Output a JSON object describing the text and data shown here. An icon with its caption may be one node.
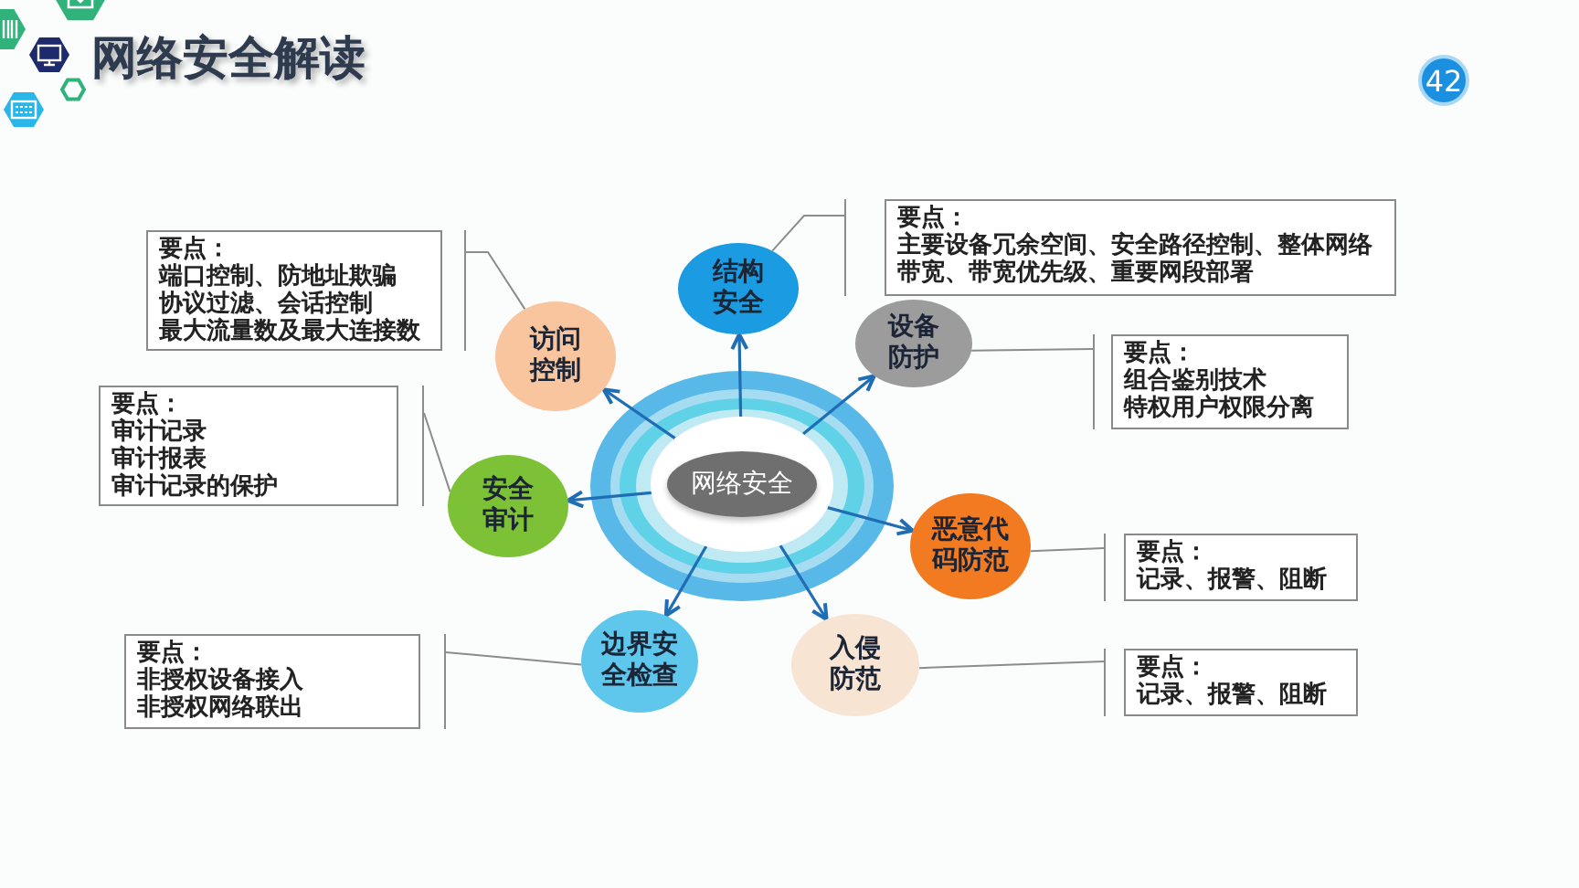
{
  "diagram": {
    "title": "网络安全解读",
    "nodes": [
      {
        "text": [
          "网络安全"
        ]
      },
      {
        "text": [
          "结构安全"
        ]
      },
      {
        "text": [
          "设备防护"
        ]
      },
      {
        "text": [
          "恶意代码防范"
        ]
      },
      {
        "text": [
          "入侵防范"
        ]
      },
      {
        "text": [
          "边界安全检查"
        ]
      },
      {
        "text": [
          "安全审计"
        ]
      },
      {
        "text": [
          "访问控制"
        ]
      },
      {
        "text": [
          "要点：",
          "主要设备冗余空间、安全路径控制、整体网络带宽、带宽优先级、重要网段部署"
        ]
      },
      {
        "text": [
          "要点：",
          "组合鉴别技术",
          "特权用户权限分离"
        ]
      },
      {
        "text": [
          "要点：",
          "记录、报警、阻断"
        ]
      },
      {
        "text": [
          "要点：",
          "记录、报警、阻断"
        ]
      },
      {
        "text": [
          "要点：",
          "非授权设备接入",
          "非授权网络联出"
        ]
      },
      {
        "text": [
          "要点：",
          "审计记录",
          "审计报表",
          "审计记录的保护"
        ]
      },
      {
        "text": [
          "要点：",
          "端口控制、防地址欺骗",
          "协议过滤、会话控制",
          "最大流量数及最大连接数"
        ]
      },
      {
        "text": [
          "42"
        ]
      }
    ],
    "edges": [
      {
        "from": 0,
        "to": 1,
        "arrow": "to",
        "color": "#1f6db4"
      },
      {
        "from": 0,
        "to": 2,
        "arrow": "to",
        "color": "#1f6db4"
      },
      {
        "from": 0,
        "to": 3,
        "arrow": "to",
        "color": "#1f6db4"
      },
      {
        "from": 0,
        "to": 4,
        "arrow": "to",
        "color": "#1f6db4"
      },
      {
        "from": 0,
        "to": 5,
        "arrow": "to",
        "color": "#1f6db4"
      },
      {
        "from": 0,
        "to": 6,
        "arrow": "to",
        "color": "#1f6db4"
      },
      {
        "from": 0,
        "to": 7,
        "arrow": "to",
        "color": "#1f6db4"
      },
      {
        "from": 1,
        "to": 8,
        "arrow": "none",
        "color": "#8c8c8c"
      },
      {
        "from": 2,
        "to": 9,
        "arrow": "none",
        "color": "#8c8c8c"
      },
      {
        "from": 3,
        "to": 10,
        "arrow": "none",
        "color": "#8c8c8c"
      },
      {
        "from": 4,
        "to": 11,
        "arrow": "none",
        "color": "#8c8c8c"
      },
      {
        "from": 5,
        "to": 12,
        "arrow": "none",
        "color": "#8c8c8c"
      },
      {
        "from": 6,
        "to": 13,
        "arrow": "none",
        "color": "#8c8c8c"
      },
      {
        "from": 7,
        "to": 14,
        "arrow": "none",
        "color": "#8c8c8c"
      }
    ]
  }
}
